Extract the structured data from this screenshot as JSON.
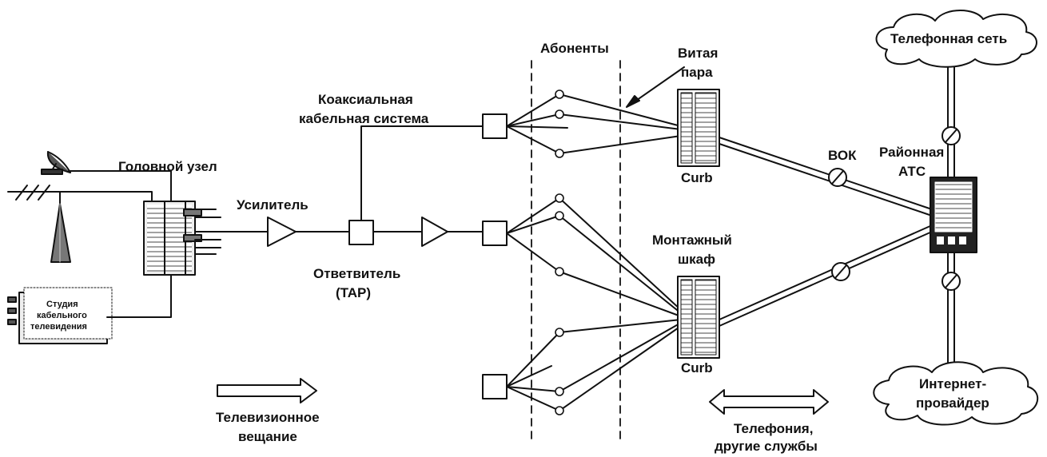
{
  "labels": {
    "head_node": "Головной узел",
    "amplifier": "Усилитель",
    "tap_line1": "Ответвитель",
    "tap_line2": "(TAP)",
    "coax_line1": "Коаксиальная",
    "coax_line2": "кабельная система",
    "subscribers": "Абоненты",
    "twisted_line1": "Витая",
    "twisted_line2": "пара",
    "curb_top": "Curb",
    "curb_bottom": "Curb",
    "cabinet_line1": "Монтажный",
    "cabinet_line2": "шкаф",
    "fiber": "ВОК",
    "ats_line1": "Районная",
    "ats_line2": "АТС",
    "phone_net": "Телефонная сеть",
    "isp_line1": "Интернет-",
    "isp_line2": "провайдер",
    "studio_line1": "Студия",
    "studio_line2": "кабельного",
    "studio_line3": "телевидения",
    "tv_line1": "Телевизионное",
    "tv_line2": "вещание",
    "telephony_line1": "Телефония,",
    "telephony_line2": "другие службы"
  },
  "icons": [
    "satellite-dish-icon",
    "antenna-icon",
    "amplifier-icon",
    "cloud-icon",
    "fiber-splice-icon"
  ],
  "colors": {
    "ink": "#111111",
    "background": "#ffffff"
  }
}
